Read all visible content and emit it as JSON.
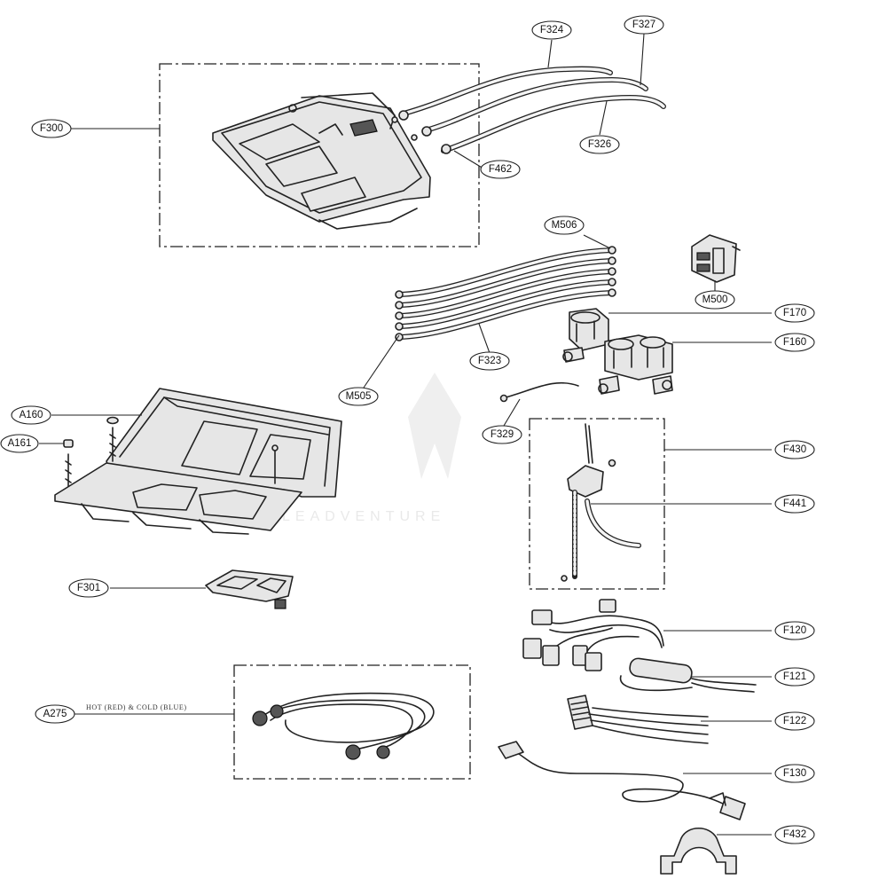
{
  "diagram": {
    "callouts": {
      "F324": "F324",
      "F327": "F327",
      "F300": "F300",
      "F462": "F462",
      "F326": "F326",
      "M506": "M506",
      "M500": "M500",
      "F170": "F170",
      "F160": "F160",
      "F323": "F323",
      "M505": "M505",
      "A160": "A160",
      "A161": "A161",
      "F329": "F329",
      "F430": "F430",
      "F441": "F441",
      "F301": "F301",
      "F120": "F120",
      "F121": "F121",
      "A275": "A275",
      "F122": "F122",
      "F130": "F130",
      "F432": "F432"
    },
    "notes": {
      "hose_note": "HOT (RED) & COLD (BLUE)"
    },
    "watermark": "LEADVENTURE"
  }
}
